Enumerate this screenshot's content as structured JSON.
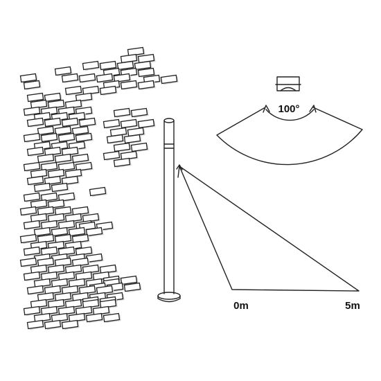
{
  "angle_label": "100°",
  "range_start_label": "0m",
  "range_end_label": "5m",
  "colors": {
    "line": "#222222",
    "background": "#ffffff",
    "brick_shadow": "#d9d9d9"
  },
  "icons": [
    "brick-wall-icon",
    "bollard-light-icon",
    "motion-sensor-icon"
  ]
}
